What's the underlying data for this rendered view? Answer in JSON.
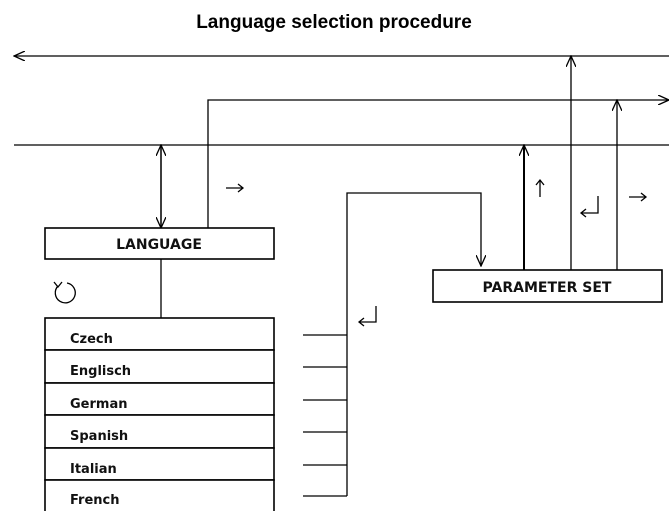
{
  "title": "Language selection procedure",
  "language_box": {
    "label": "LANGUAGE"
  },
  "parameter_box": {
    "label": "PARAMETER SET"
  },
  "languages": [
    "Czech",
    "Englisch",
    "German",
    "Spanish",
    "Italian",
    "French"
  ],
  "icons": {
    "cycle": "rotate-cycle-icon",
    "right_arrow": "right-arrow-icon",
    "up_arrow": "up-arrow-icon",
    "return_arrow": "return-enter-icon"
  }
}
